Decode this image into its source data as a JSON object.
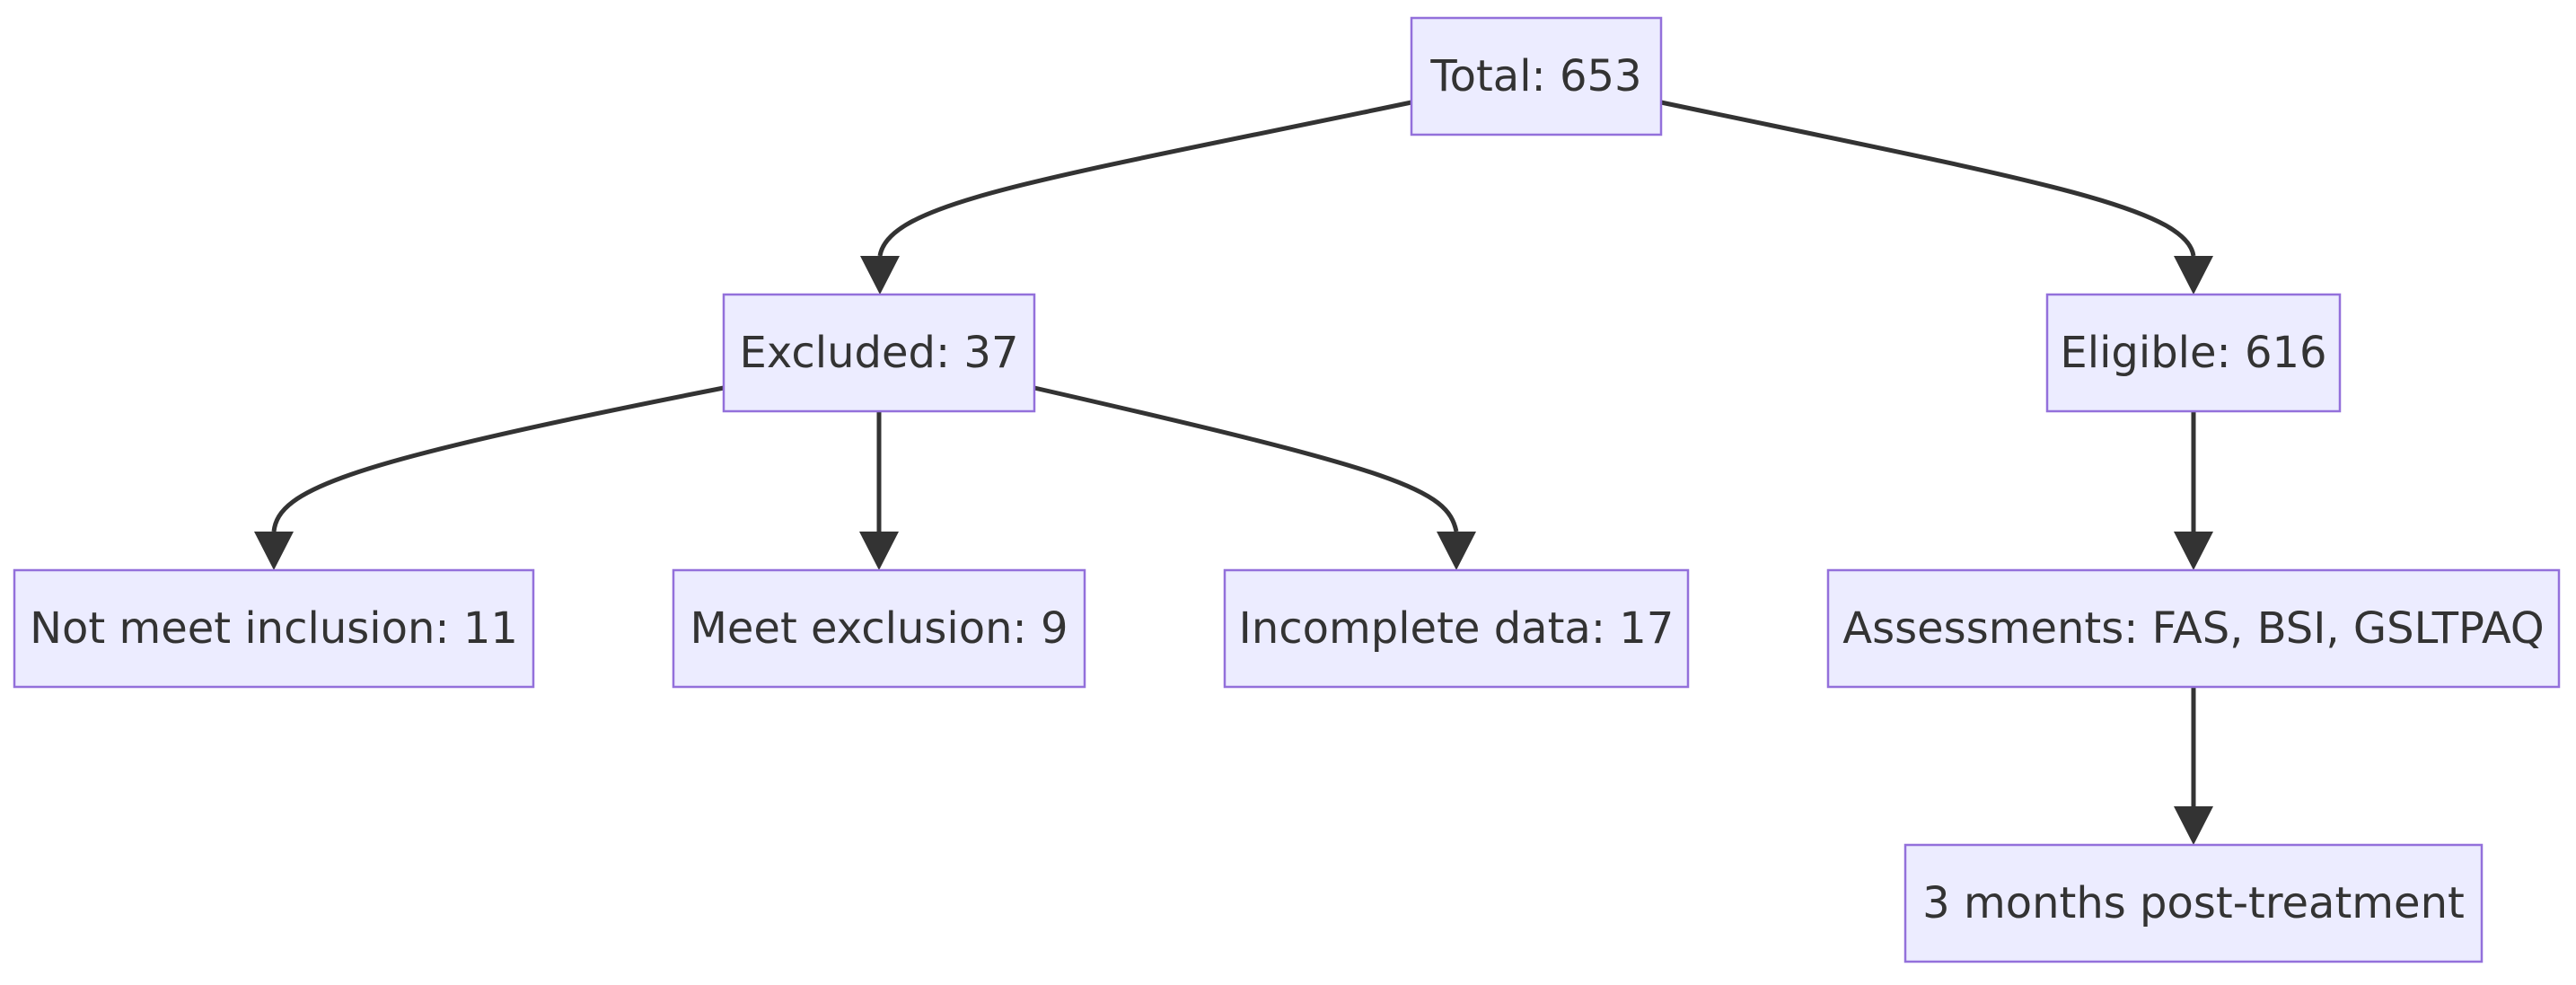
{
  "nodes": {
    "total": "Total: 653",
    "excluded": "Excluded: 37",
    "eligible": "Eligible: 616",
    "not_meet_inclusion": "Not meet inclusion: 11",
    "meet_exclusion": "Meet exclusion: 9",
    "incomplete_data": "Incomplete data: 17",
    "assessments": "Assessments: FAS, BSI, GSLTPAQ",
    "post_treatment": "3 months post-treatment"
  },
  "colors": {
    "node_fill": "#ececff",
    "node_border": "#9370db",
    "edge": "#333333",
    "text": "#333333"
  }
}
